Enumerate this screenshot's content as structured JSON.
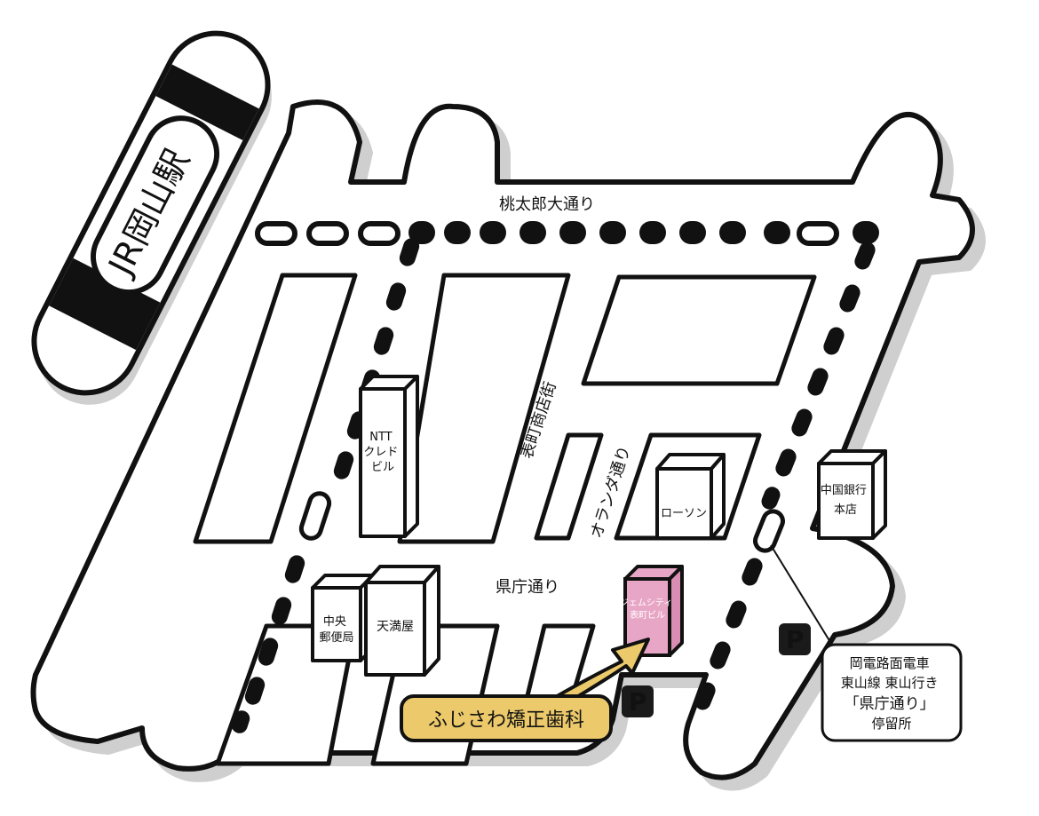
{
  "station": {
    "label": "JR岡山駅"
  },
  "streets": {
    "momotaro": "桃太郎大通り",
    "omotecho": "表町商店街",
    "oranda": "オランダ通り",
    "kencho": "県庁通り"
  },
  "buildings": {
    "ntt": [
      "NTT",
      "クレド",
      "ビル"
    ],
    "lawson": "ローソン",
    "chugoku_bank": [
      "中国銀行",
      "本店"
    ],
    "post_office": [
      "中央",
      "郵便局"
    ],
    "tenmaya": "天満屋",
    "gem_city": [
      "ジェムシティ",
      "表町ビル"
    ]
  },
  "destination": {
    "label": "ふじさわ矯正歯科"
  },
  "parking": {
    "label": "P"
  },
  "tram_stop": {
    "lines": [
      "岡電路面電車",
      "東山線 東山行き",
      "「県庁通り」",
      "停留所"
    ]
  },
  "colors": {
    "ink": "#111111",
    "destination_fill": "#ecc96a",
    "gem_city_fill": "#e8a6c6",
    "parking_fill": "#1a1a1a",
    "road_fill": "#ffffff",
    "shadow": "#cfcfcf"
  }
}
